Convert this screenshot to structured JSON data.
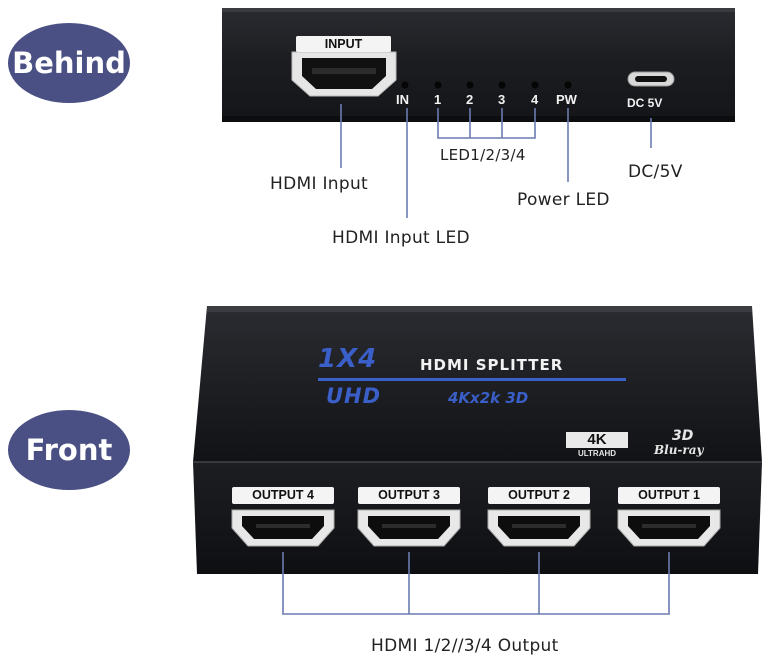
{
  "badges": {
    "behind": "Behind",
    "front": "Front"
  },
  "back_panel": {
    "input_label": "INPUT",
    "leds": [
      "IN",
      "1",
      "2",
      "3",
      "4",
      "PW"
    ],
    "dc_label": "DC 5V"
  },
  "annotations": {
    "hdmi_input": "HDMI Input",
    "led_group": "LED1/2/3/4",
    "dc": "DC/5V",
    "power_led": "Power LED",
    "hdmi_input_led": "HDMI Input LED",
    "outputs": "HDMI 1/2//3/4 Output"
  },
  "front_panel": {
    "title_model": "1X4",
    "title_product": "HDMI SPLITTER",
    "subtitle_uhd": "UHD",
    "subtitle_res": "4Kx2k 3D",
    "logo_4k": "4K",
    "logo_ultrahd": "ULTRAHD",
    "logo_3d": "3D",
    "logo_bluray": "Blu-ray",
    "outputs": [
      "OUTPUT 4",
      "OUTPUT 3",
      "OUTPUT 2",
      "OUTPUT 1"
    ]
  },
  "colors": {
    "badge": "#4a4f84",
    "device": "#1c1d21",
    "accent_blue": "#3a5fc8",
    "line": "#6b7bb0"
  }
}
